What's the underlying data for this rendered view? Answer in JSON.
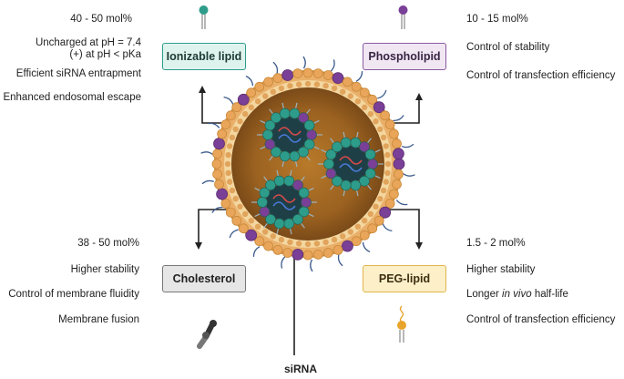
{
  "top_left": {
    "ratio": "40 - 50 mol%",
    "lines": [
      "Uncharged at pH = 7.4",
      "(+) at pH < pKa",
      "Efficient siRNA entrapment",
      "Enhanced endosomal escape"
    ],
    "label": "Ionizable lipid"
  },
  "top_right": {
    "ratio": "10 - 15 mol%",
    "lines": [
      "Control of stability",
      "Control of transfection efficiency"
    ],
    "label": "Phospholipid"
  },
  "bottom_left": {
    "ratio": "38 - 50 mol%",
    "lines": [
      "Higher stability",
      "Control of membrane fluidity",
      "Membrane fusion"
    ],
    "label": "Cholesterol"
  },
  "bottom_right": {
    "ratio": "1.5 - 2 mol%",
    "lines": [
      "Higher stability"
    ],
    "halflife_pre": "Longer ",
    "halflife_em": "in vivo",
    "halflife_post": " half-life",
    "line_last": "Control of transfection efficiency",
    "label": "PEG-lipid"
  },
  "core_label": "siRNA",
  "colors": {
    "ionizable": "#2e9c8a",
    "phospholipid": "#7a3f96",
    "cholesterol": "#555555",
    "peg": "#e8a42c",
    "shell": "#e9a65a",
    "core": "#a86d22"
  }
}
